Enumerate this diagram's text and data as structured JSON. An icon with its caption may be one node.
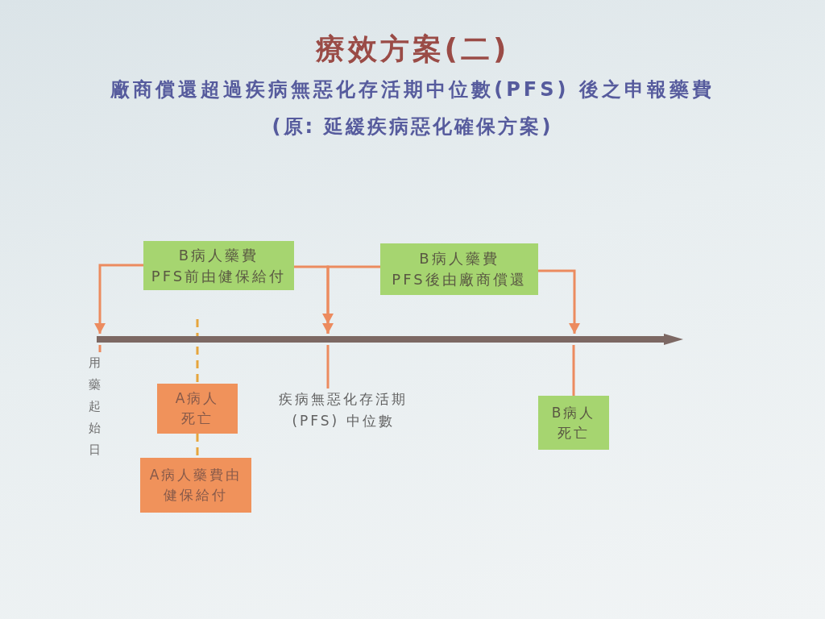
{
  "diagram": {
    "title": "療效方案(二)",
    "nodes": [
      {
        "text": [
          "B病人藥費",
          "PFS前由健保給付"
        ]
      },
      {
        "text": [
          "B病人藥費",
          "PFS後由廠商償還"
        ]
      },
      {
        "text": [],
        "shape": "arrow"
      },
      {
        "text": [
          "用藥起始日"
        ]
      },
      {
        "text": [
          "A病人死亡"
        ]
      },
      {
        "text": [
          "疾病無惡化存活期(PFS) 中位數"
        ]
      },
      {
        "text": [
          "B病人死亡"
        ]
      },
      {
        "text": [
          "A病人藥費由健保給付"
        ]
      }
    ],
    "edges": [
      {
        "from": 0,
        "to": 2,
        "arrow": "to"
      },
      {
        "from": 0,
        "to": 2,
        "arrow": "to"
      },
      {
        "from": 1,
        "to": 2,
        "arrow": "to"
      },
      {
        "from": 1,
        "to": 2,
        "arrow": "to"
      },
      {
        "from": 3,
        "to": 2,
        "arrow": "none"
      },
      {
        "from": 5,
        "to": 2,
        "arrow": "none"
      },
      {
        "from": 6,
        "to": 2,
        "arrow": "none"
      },
      {
        "from": null,
        "to": 4,
        "arrow": "none",
        "style": "dashed",
        "color": "#e6a53c"
      },
      {
        "from": 4,
        "to": 7,
        "arrow": "none",
        "style": "dashed",
        "color": "#e6a53c"
      }
    ],
    "labels": [
      "廠商償還超過疾病無惡化存活期中位數(PFS) 後之申報藥費",
      "(原: 延緩疾病惡化確保方案)"
    ]
  }
}
